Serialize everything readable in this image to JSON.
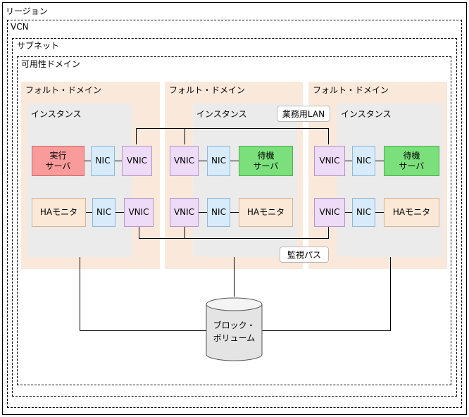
{
  "region": {
    "label": "リージョン"
  },
  "vcn": {
    "label": "VCN"
  },
  "subnet": {
    "label": "サブネット"
  },
  "availability_domain": {
    "label": "可用性ドメイン"
  },
  "fault_domains": [
    {
      "label": "フォルト・ドメイン"
    },
    {
      "label": "フォルト・ドメイン"
    },
    {
      "label": "フォルト・ドメイン"
    }
  ],
  "instances": [
    {
      "label": "インスタンス"
    },
    {
      "label": "インスタンス"
    },
    {
      "label": "インスタンス"
    }
  ],
  "nodes": {
    "active_server": "実行\nサーバ",
    "standby_server_1": "待機\nサーバ",
    "standby_server_2": "待機\nサーバ",
    "nic": "NIC",
    "vnic": "VNIC",
    "ha_monitor": "HAモニタ"
  },
  "networks": {
    "business_lan": "業務用LAN",
    "monitor_path": "監視パス"
  },
  "storage": {
    "label": "ブロック・\nボリューム"
  }
}
